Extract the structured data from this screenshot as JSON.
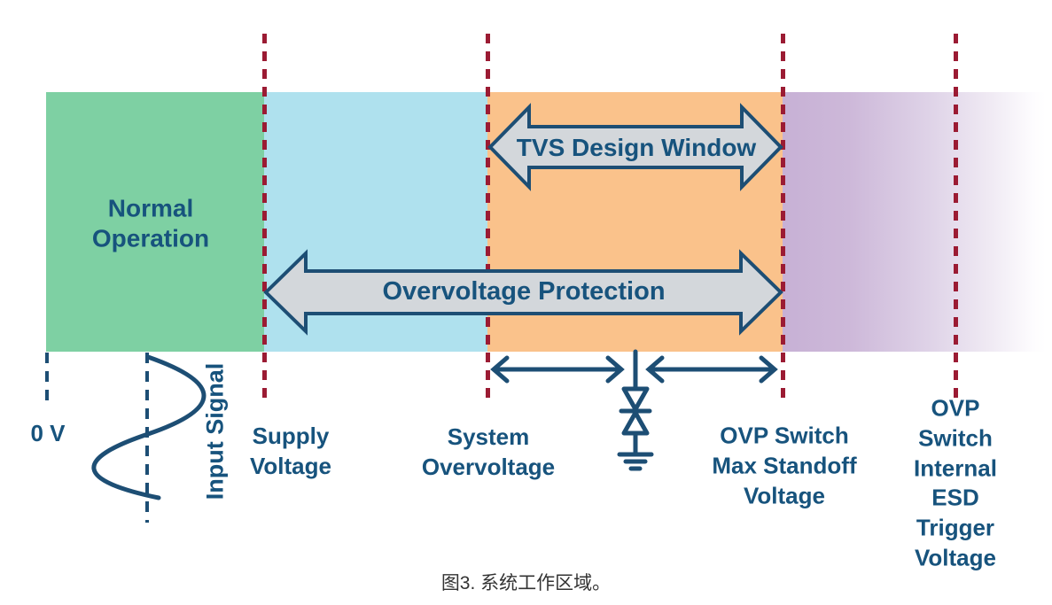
{
  "figure": {
    "caption": "图3. 系统工作区域。"
  },
  "regions": [
    {
      "name": "normal-operation",
      "label": "Normal\nOperation",
      "color": "#7ed0a3"
    },
    {
      "name": "supply-to-system-overvoltage",
      "label": "",
      "color": "#afe1ee"
    },
    {
      "name": "tvs-design-window-region",
      "label": "",
      "color": "#fac28b"
    },
    {
      "name": "esd-trigger-region",
      "label": "",
      "color": "#c7b1d5",
      "fade_to": "#ffffff"
    }
  ],
  "arrows": {
    "tvs_design_window": "TVS Design Window",
    "overvoltage_protection": "Overvoltage Protection"
  },
  "boundaries": [
    {
      "label": "0 V"
    },
    {
      "label": "Supply\nVoltage"
    },
    {
      "label": "System\nOvervoltage"
    },
    {
      "label": "OVP Switch\nMax Standoff\nVoltage"
    },
    {
      "label": "OVP Switch\nInternal\nESD Trigger\nVoltage"
    }
  ],
  "annotations": {
    "input_signal": "Input Signal"
  },
  "icons": {
    "tvs_diode": "bidirectional-tvs-diode-symbol",
    "ground": "ground-symbol",
    "input_wave": "sine-wave-symbol"
  },
  "colors": {
    "normal_region_green": "#7ed0a3",
    "supply_region_blue": "#afe1ee",
    "tvs_region_orange": "#fac28b",
    "esd_region_purple": "#c7b1d5",
    "arrow_fill_gray": "#d3d7db",
    "outline_dark_blue": "#1d4e74",
    "label_text_blue": "#17537d",
    "boundary_dashed_red": "#9b1b33",
    "caption_text": "#333333"
  }
}
